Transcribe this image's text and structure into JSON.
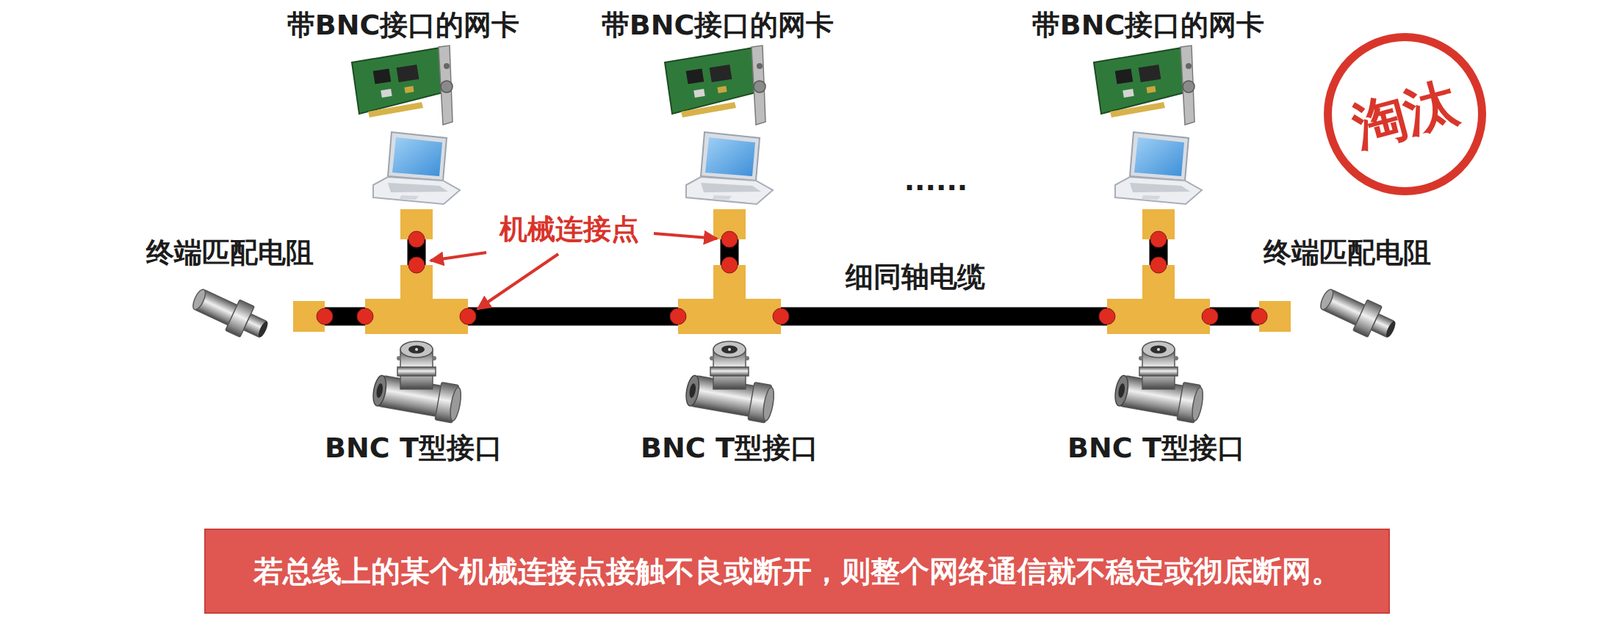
{
  "diagram": {
    "nodes": [
      {
        "text": [
          "淘汰"
        ]
      },
      {
        "text": [
          "若总线上的某个机械连接点接触不良或断开，则整个网络通信就不稳定或彻底断网。"
        ]
      }
    ],
    "labels": [
      "带BNC接口的网卡",
      "带BNC接口的网卡",
      "带BNC接口的网卡",
      "终端匹配电阻",
      "机械连接点",
      "终端匹配电阻",
      "......",
      "细同轴电缆",
      "BNC T型接口",
      "BNC T型接口",
      "BNC T型接口"
    ]
  }
}
